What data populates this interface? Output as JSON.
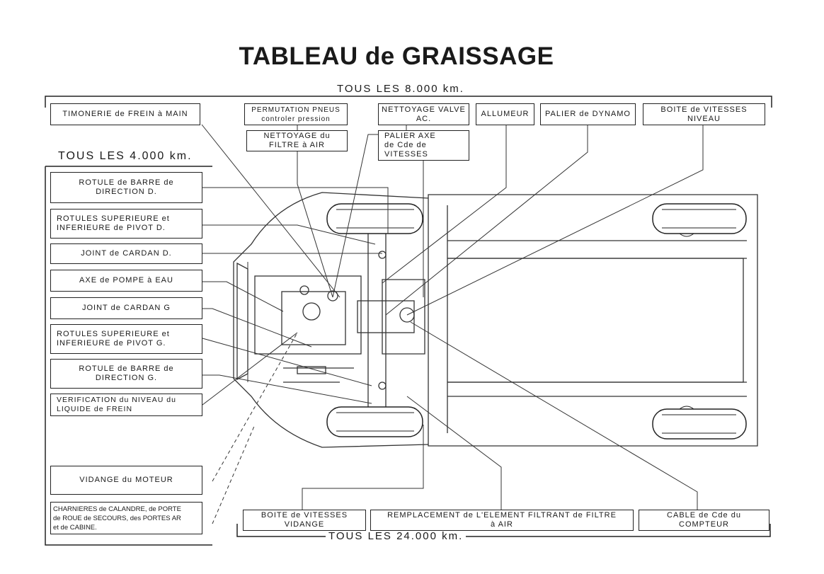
{
  "title": "TABLEAU de GRAISSAGE",
  "groups": {
    "km8000": "TOUS LES 8.000 km.",
    "km4000": "TOUS LES 4.000 km.",
    "km24000": "TOUS LES 24.000 km."
  },
  "top_items": [
    "TIMONERIE de FREIN à MAIN",
    "PERMUTATION PNEUS\ncontroler pression",
    "NETTOYAGE du\nFILTRE à AIR",
    "NETTOYAGE VALVE\nAC.",
    "PALIER AXE\nde Cde de VITESSES",
    "ALLUMEUR",
    "PALIER de DYNAMO",
    "BOITE de VITESSES\nNIVEAU"
  ],
  "left_items": [
    "ROTULE de BARRE de\nDIRECTION D.",
    "ROTULES SUPERIEURE et\nINFERIEURE de PIVOT D.",
    "JOINT de CARDAN D.",
    "AXE de POMPE à EAU",
    "JOINT de CARDAN G",
    "ROTULES SUPERIEURE et\nINFERIEURE de PIVOT G.",
    "ROTULE de BARRE de\nDIRECTION G.",
    "VERIFICATION du NIVEAU du\nLIQUIDE de FREIN",
    "VIDANGE du MOTEUR",
    "CHARNIERES de CALANDRE, de PORTE\nde ROUE de SECOURS, des PORTES AR\net de CABINE."
  ],
  "bottom_items": [
    "BOITE de VITESSES\nVIDANGE",
    "REMPLACEMENT de L'ELEMENT FILTRANT de FILTRE\nà AIR",
    "CABLE de Cde du COMPTEUR"
  ]
}
